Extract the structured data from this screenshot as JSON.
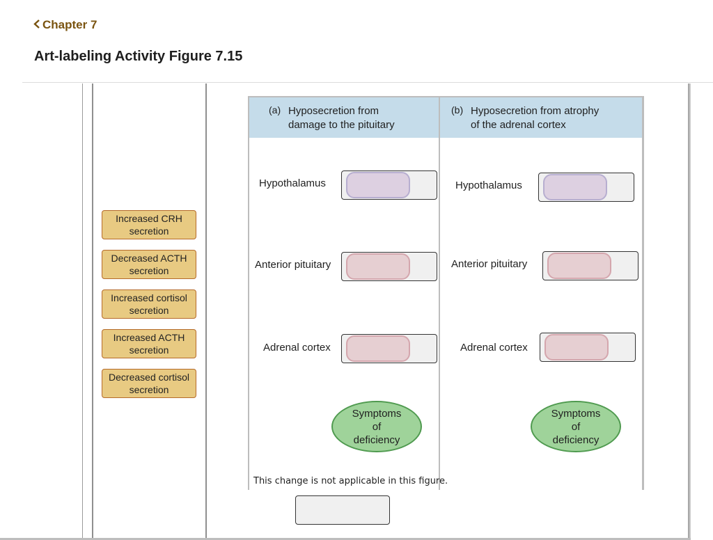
{
  "header": {
    "back_label": "Chapter 7",
    "title": "Art-labeling Activity Figure 7.15"
  },
  "labels": [
    "Increased CRH secretion",
    "Decreased ACTH secretion",
    "Increased cortisol secretion",
    "Increased ACTH secretion",
    "Decreased cortisol secretion"
  ],
  "label_lines": [
    [
      "Increased CRH",
      "secretion"
    ],
    [
      "Decreased ACTH",
      "secretion"
    ],
    [
      "Increased cortisol",
      "secretion"
    ],
    [
      "Increased ACTH",
      "secretion"
    ],
    [
      "Decreased cortisol",
      "secretion"
    ]
  ],
  "figure": {
    "panel_a": {
      "letter": "(a)",
      "title": "Hyposecretion from\ndamage to the pituitary",
      "hypothalamus": "Hypothalamus",
      "anterior_pituitary": "Anterior pituitary",
      "adrenal_cortex": "Adrenal cortex",
      "symptoms": [
        "Symptoms",
        "of",
        "deficiency"
      ]
    },
    "panel_b": {
      "letter": "(b)",
      "title": "Hyposecretion from atrophy\nof the adrenal cortex",
      "hypothalamus": "Hypothalamus",
      "anterior_pituitary": "Anterior pituitary",
      "adrenal_cortex": "Adrenal cortex",
      "symptoms": [
        "Symptoms",
        "of",
        "deficiency"
      ]
    },
    "note": "This change is not applicable in this figure."
  },
  "colors": {
    "chip_fill": "#e8ca82",
    "chip_border": "#b56a2a",
    "header_band": "#c5dcea",
    "symptoms_fill": "#9fd39a",
    "back_link": "#7a5410"
  },
  "icons": {
    "back": "chevron-left-icon"
  }
}
